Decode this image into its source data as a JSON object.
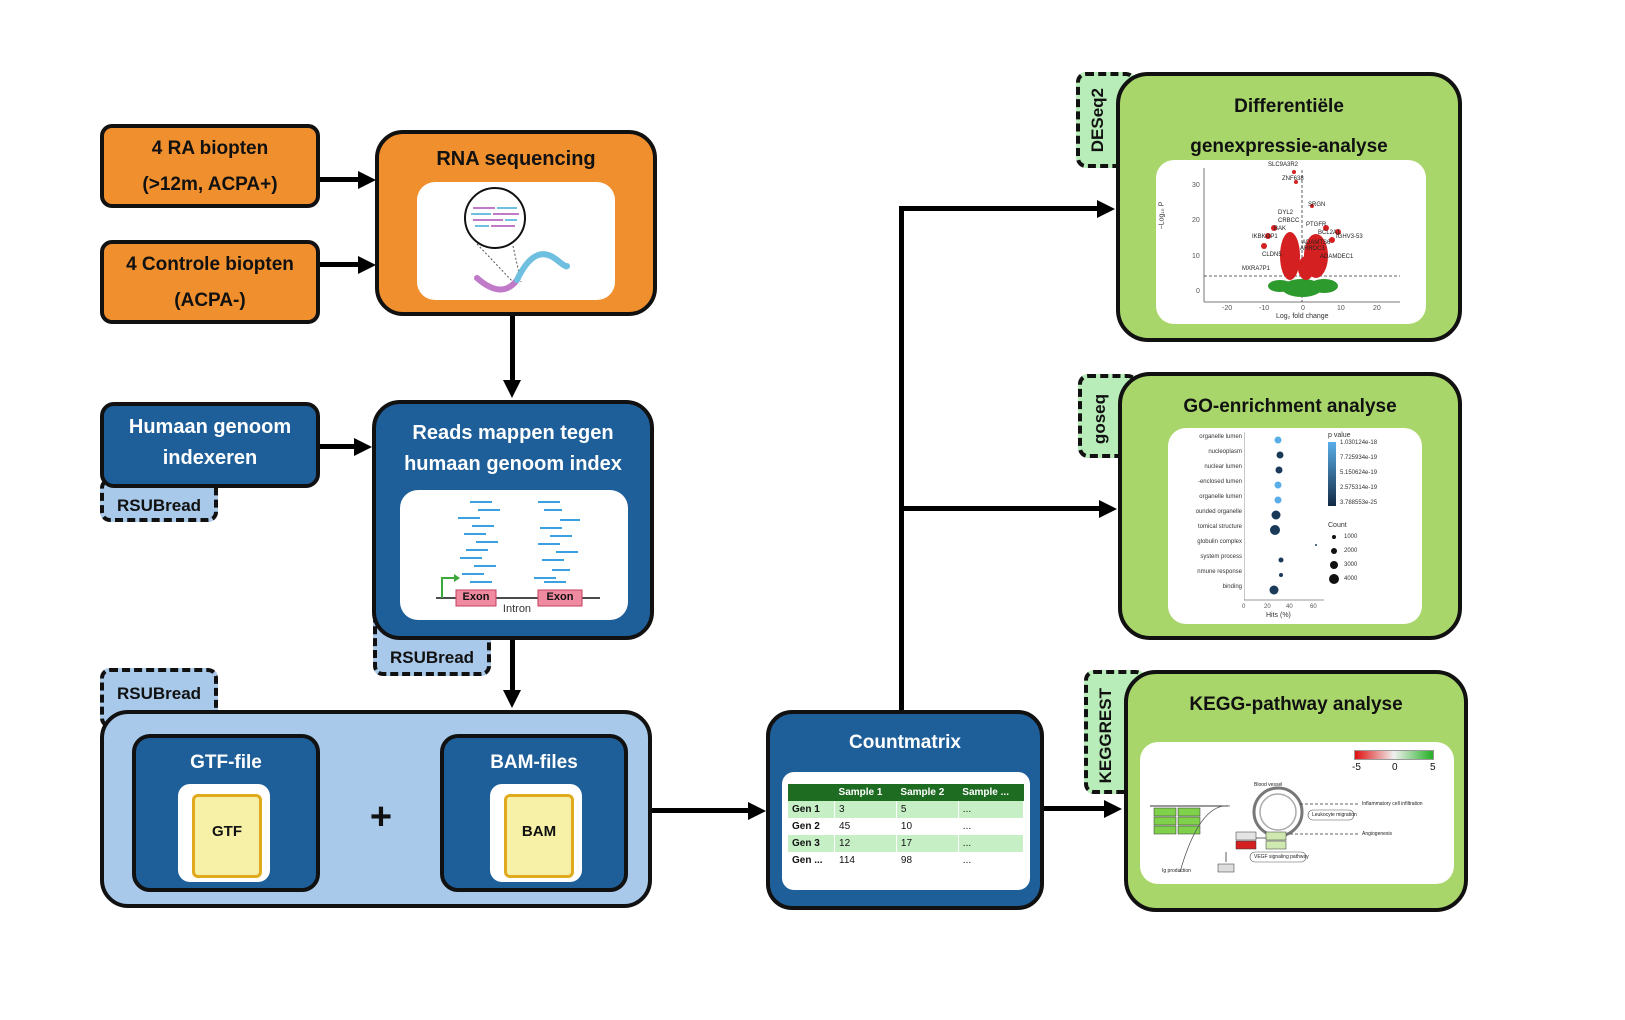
{
  "inputs": {
    "ra": {
      "line1": "4 RA biopten",
      "line2": "(>12m, ACPA+)"
    },
    "control": {
      "line1": "4 Controle biopten",
      "line2": "(ACPA-)"
    }
  },
  "rna_seq": {
    "title": "RNA sequencing"
  },
  "genome_index": {
    "line1": "Humaan genoom",
    "line2": "indexeren",
    "tag": "RSUBread"
  },
  "mapping": {
    "line1": "Reads mappen tegen",
    "line2": "humaan genoom index",
    "tag": "RSUBread",
    "exon1": "Exon",
    "exon2": "Exon",
    "intron": "Intron"
  },
  "files": {
    "tag": "RSUBread",
    "gtf_title": "GTF-file",
    "gtf_label": "GTF",
    "bam_title": "BAM-files",
    "bam_label": "BAM",
    "plus": "+"
  },
  "countmatrix": {
    "title": "Countmatrix",
    "headers": [
      "",
      "Sample 1",
      "Sample 2",
      "Sample ..."
    ],
    "rows": [
      [
        "Gen 1",
        "3",
        "5",
        "..."
      ],
      [
        "Gen 2",
        "45",
        "10",
        "..."
      ],
      [
        "Gen 3",
        "12",
        "17",
        "..."
      ],
      [
        "Gen ...",
        "114",
        "98",
        "..."
      ]
    ]
  },
  "deseq": {
    "tag": "DESeq2",
    "line1": "Differentiële",
    "line2": "genexpressie-analyse",
    "ylabel": "−Log₁₀ P",
    "xlabel": "Log₂ fold change",
    "xticks": [
      "-20",
      "-10",
      "0",
      "10",
      "20"
    ],
    "yticks": [
      "0",
      "10",
      "20",
      "30"
    ],
    "genes_left": [
      "SLC9A3R2",
      "ZNF638",
      "DYL2",
      "CRBCC",
      "BAK",
      "IKBKOP1",
      "CLDN5",
      "MXRA7P1"
    ],
    "genes_right": [
      "SRGN",
      "PTGFR",
      "BCL2A1",
      "IGHV3-53",
      "ADAMTS6",
      "ARRDC3",
      "ADAMDEC1"
    ]
  },
  "goseq": {
    "tag": "goseq",
    "title": "GO-enrichment analyse",
    "terms": [
      "organelle lumen",
      "nucleoplasm",
      "nuclear lumen",
      "-enclosed lumen",
      "organelle lumen",
      "ounded organelle",
      "tomical structure",
      "globulin complex",
      "system process",
      "nmune response",
      "binding"
    ],
    "legend_p_title": "p value",
    "legend_p": [
      "1.030124e-18",
      "7.725934e-19",
      "5.150624e-19",
      "2.575314e-19",
      "3.788553e-25"
    ],
    "legend_count_title": "Count",
    "legend_count": [
      "1000",
      "2000",
      "3000",
      "4000"
    ],
    "xlabel": "Hits (%)",
    "xticks": [
      "0",
      "20",
      "40",
      "60"
    ]
  },
  "kegg": {
    "tag": "KEGGREST",
    "title": "KEGG-pathway analyse",
    "scale": [
      "-5",
      "0",
      "5"
    ],
    "labels": [
      "Blood vessel",
      "Inflammatory cell infiltration",
      "Leukocyte migration",
      "Angiogenesis",
      "VEGF signaling pathway",
      "Ig production"
    ]
  },
  "colors": {
    "orange": "#ef8f2d",
    "dark_blue": "#1f5f99",
    "light_blue": "#a9c9ea",
    "green": "#a8d66b",
    "tag_green": "#b8ecb8"
  }
}
